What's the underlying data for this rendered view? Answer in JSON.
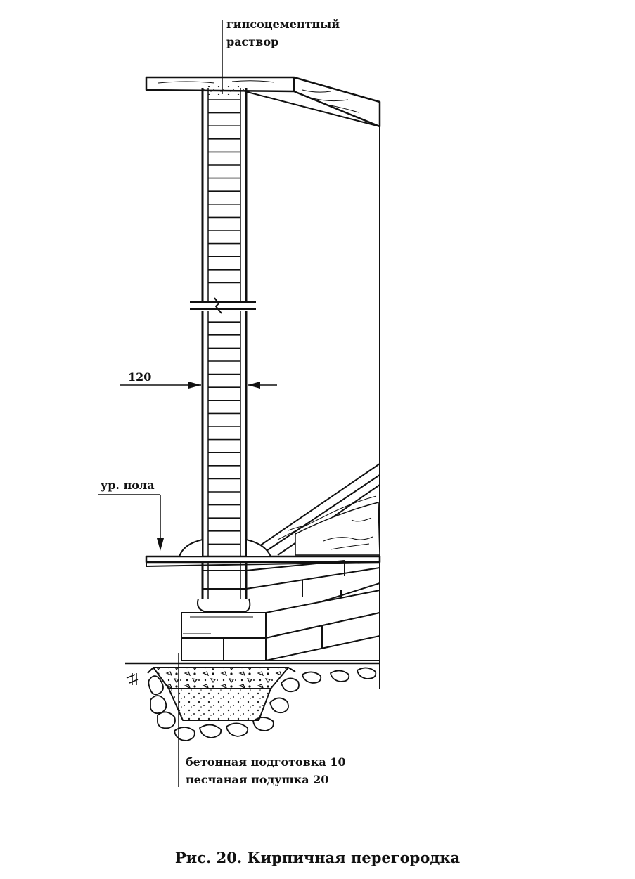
{
  "labels": {
    "mortar": [
      "гипсоцементный",
      "раствор"
    ],
    "width": "120",
    "floor_level": "ур. пола",
    "concrete": "бетонная подготовка 10",
    "sand": "песчаная подушка 20"
  },
  "caption": "Рис. 20. Кирпичная перегородка",
  "colors": {
    "ink": "#111111",
    "paper": "#ffffff",
    "mortar": "#dddddd"
  }
}
